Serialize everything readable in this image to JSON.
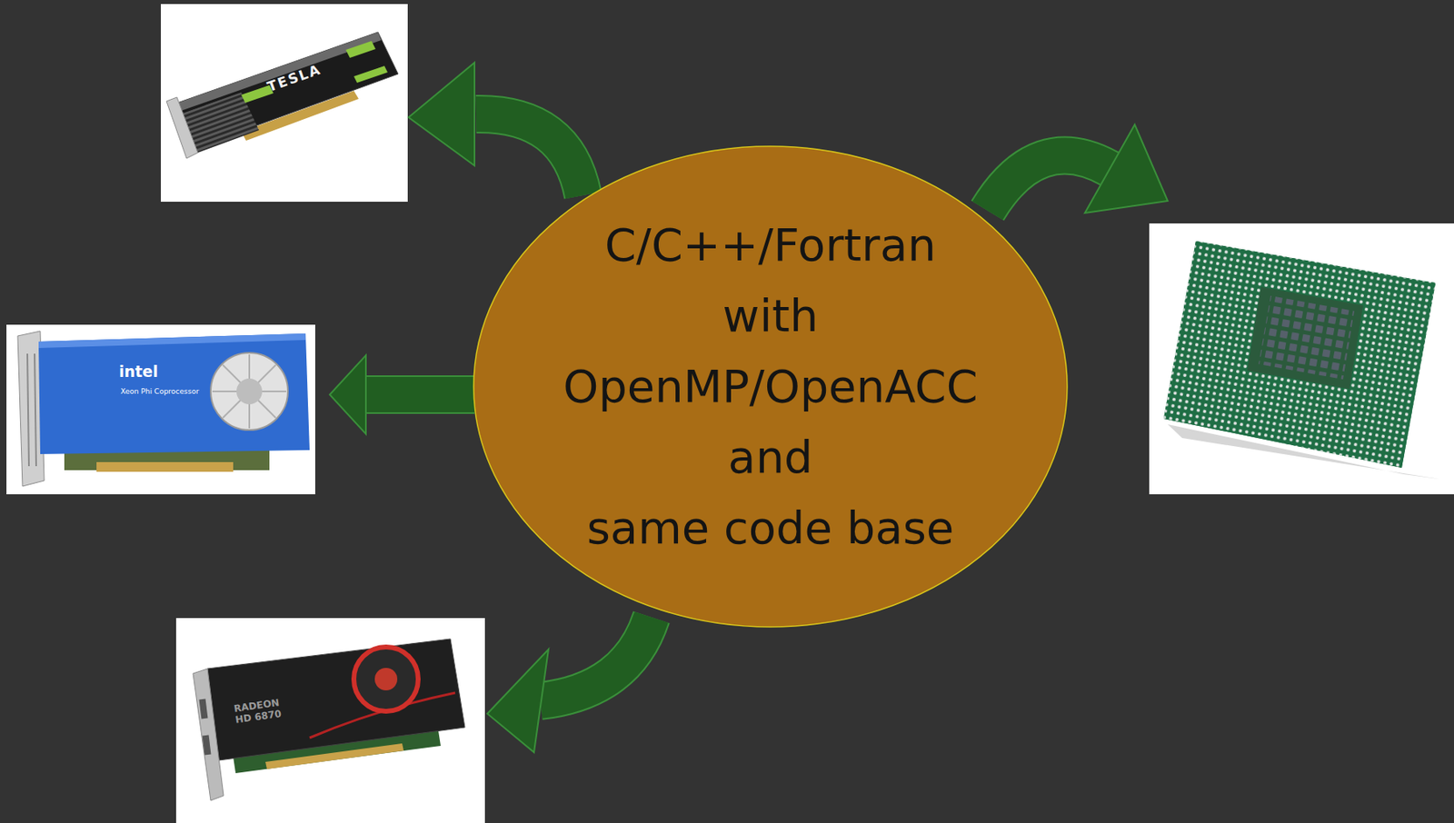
{
  "diagram": {
    "nodes": [
      {
        "text": [
          "C/C++/Fortran with OpenMP/OpenACC and same code base"
        ]
      }
    ],
    "labels": [
      "TESLA",
      "intel",
      "Xeon Phi Coprocessor",
      "RADEON HD 6870"
    ]
  }
}
